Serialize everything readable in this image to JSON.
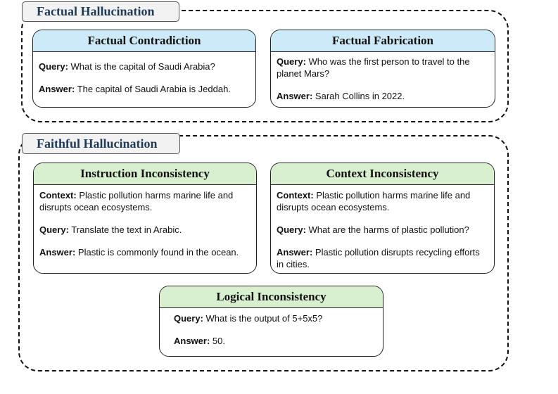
{
  "groups": {
    "factual": {
      "title": "Factual Hallucination",
      "cards": {
        "contradiction": {
          "title": "Factual Contradiction",
          "query_label": "Query:",
          "query": "What is the capital of Saudi Arabia?",
          "answer_label": "Answer:",
          "answer": "The capital of Saudi Arabia is Jeddah."
        },
        "fabrication": {
          "title": "Factual Fabrication",
          "query_label": "Query:",
          "query": "Who was the first person to travel to the planet Mars?",
          "answer_label": "Answer:",
          "answer": "Sarah Collins in 2022."
        }
      }
    },
    "faithful": {
      "title": "Faithful Hallucination",
      "cards": {
        "instruction": {
          "title": "Instruction Inconsistency",
          "context_label": "Context:",
          "context": "Plastic pollution harms marine life and disrupts ocean ecosystems.",
          "query_label": "Query:",
          "query": "Translate the text in Arabic.",
          "answer_label": "Answer:",
          "answer": "Plastic is commonly found in the ocean."
        },
        "context": {
          "title": "Context Inconsistency",
          "context_label": "Context:",
          "context": "Plastic pollution harms marine life and disrupts ocean ecosystems.",
          "query_label": "Query:",
          "query": "What are the harms of plastic pollution?",
          "answer_label": "Answer:",
          "answer": "Plastic pollution disrupts recycling efforts in cities."
        },
        "logical": {
          "title": "Logical Inconsistency",
          "query_label": "Query:",
          "query": "What is the output of 5+5x5?",
          "answer_label": "Answer:",
          "answer": "50."
        }
      }
    }
  },
  "colors": {
    "factual_header": "#cdeaf8",
    "faithful_header": "#d9f0d0",
    "group_label_bg": "#f2f2f2",
    "group_label_text": "#1f3b57"
  }
}
